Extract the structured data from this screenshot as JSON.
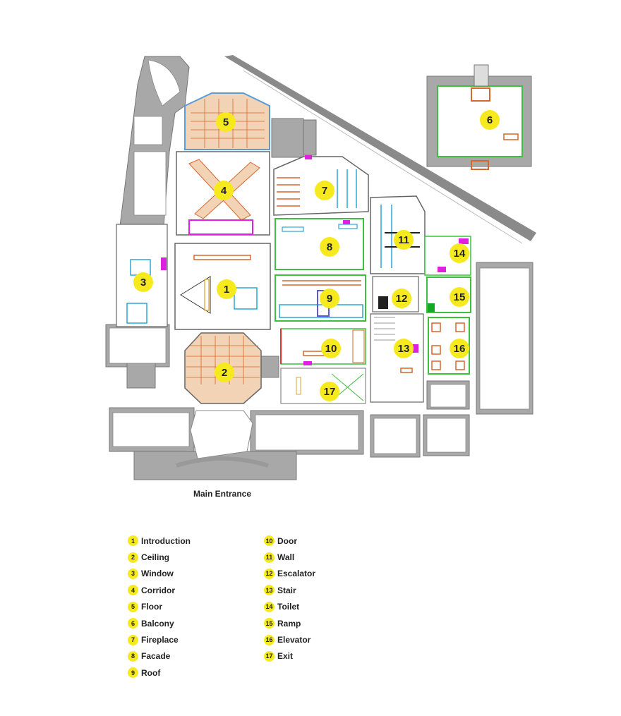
{
  "plan": {
    "entrance_label": "Main Entrance"
  },
  "rooms": [
    {
      "number": "1",
      "name": "Introduction"
    },
    {
      "number": "2",
      "name": "Ceiling"
    },
    {
      "number": "3",
      "name": "Window"
    },
    {
      "number": "4",
      "name": "Corridor"
    },
    {
      "number": "5",
      "name": "Floor"
    },
    {
      "number": "6",
      "name": "Balcony"
    },
    {
      "number": "7",
      "name": "Fireplace"
    },
    {
      "number": "8",
      "name": "Facade"
    },
    {
      "number": "9",
      "name": "Roof"
    },
    {
      "number": "10",
      "name": "Door"
    },
    {
      "number": "11",
      "name": "Wall"
    },
    {
      "number": "12",
      "name": "Escalator"
    },
    {
      "number": "13",
      "name": "Stair"
    },
    {
      "number": "14",
      "name": "Toilet"
    },
    {
      "number": "15",
      "name": "Ramp"
    },
    {
      "number": "16",
      "name": "Elevator"
    },
    {
      "number": "17",
      "name": "Exit"
    }
  ],
  "colors": {
    "marker": "#f6ea1f",
    "wall": "#9a9a9a",
    "room_green": "#3fbf3f",
    "fixture_blue": "#2aa7d8",
    "ceiling_orange": "#d9662a",
    "accent_magenta": "#e020e0"
  }
}
